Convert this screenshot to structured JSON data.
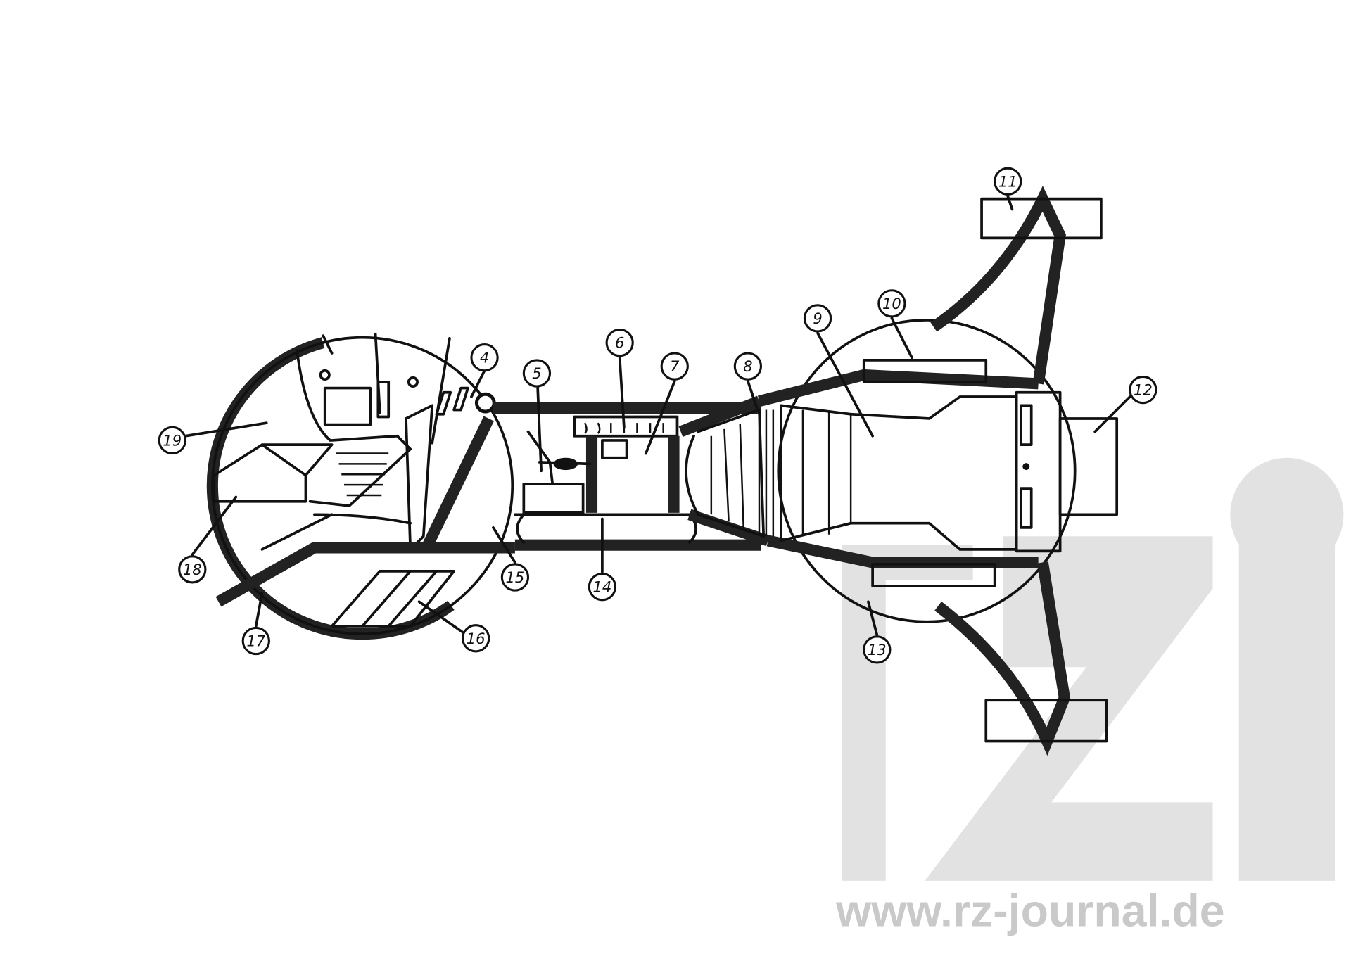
{
  "diagram": {
    "type": "hand-drawn spacecraft cutaway",
    "labels": {
      "l4": "4",
      "l5": "5",
      "l6": "6",
      "l7": "7",
      "l8": "8",
      "l9": "9",
      "l10": "10",
      "l11": "11",
      "l12": "12",
      "l13": "13",
      "l14": "14",
      "l15": "15",
      "l16": "16",
      "l17": "17",
      "l18": "18",
      "l19": "19"
    }
  },
  "watermark": {
    "url": "www.rz-journal.de",
    "logo": "rz",
    "color": "#c9c9c9"
  }
}
